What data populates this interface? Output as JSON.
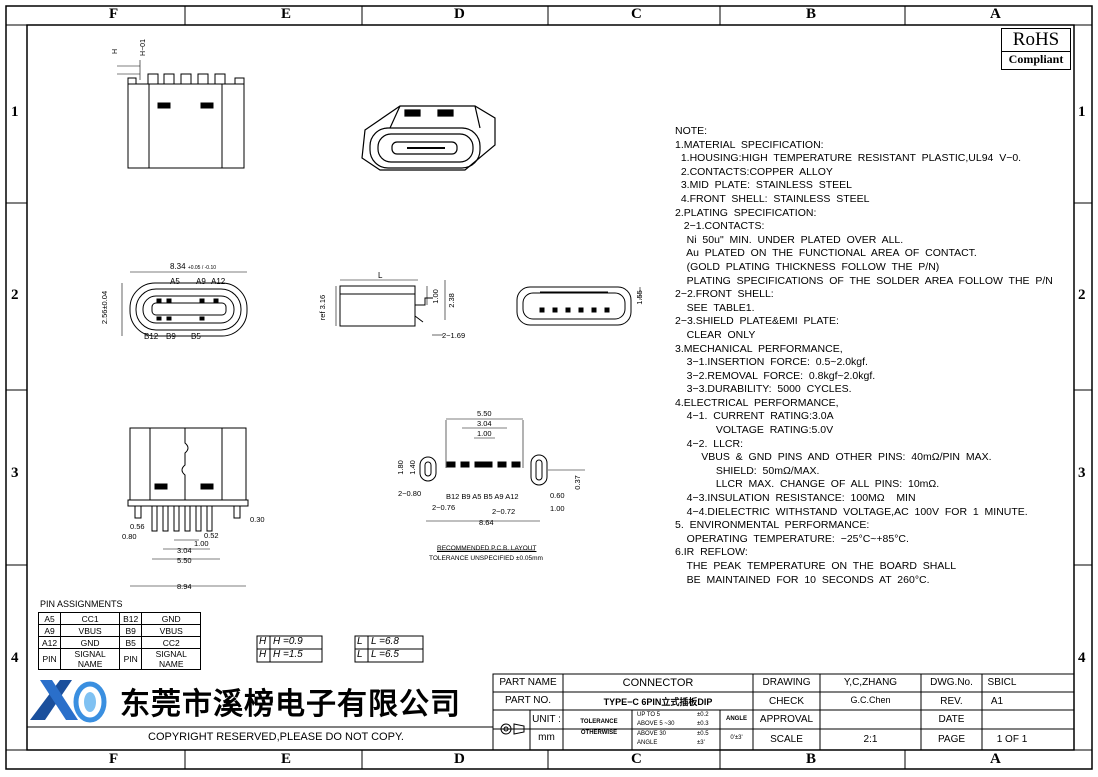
{
  "zones_top": [
    "F",
    "E",
    "D",
    "C",
    "B",
    "A"
  ],
  "zones_side": [
    "1",
    "2",
    "3",
    "4"
  ],
  "rohs": {
    "line1": "RoHS",
    "line2": "Compliant"
  },
  "dims": {
    "d1": "8.34",
    "d1tol": "+0.05 / -0.10",
    "a5": "A5",
    "a9": "A9",
    "a12": "A12",
    "b12": "B12",
    "b9": "B9",
    "b5": "B5",
    "h256": "2.56±0.04",
    "L": "L",
    "ref": "ref 3.16",
    "d100": "1.00",
    "d238": "2.38",
    "d169": "2−1.69",
    "d155": "1.55",
    "h_top": "H",
    "h01": "H−01",
    "p550": "5.50",
    "p304": "3.04",
    "p100": "1.00",
    "p180": "1.80",
    "p140": "1.40",
    "p080": "2−0.80",
    "p076": "2−0.76",
    "p072": "2−0.72",
    "p864": "8.64",
    "p060": "0.60",
    "p100b": "1.00",
    "p037": "0.37",
    "pinrow": "B12 B9 A5 B5 A9 A12",
    "r030": "0.30",
    "r056": "0.56",
    "r080": "0.80",
    "r052": "0.52",
    "r100": "1.00",
    "r304": "3.04",
    "r550": "5.50",
    "r894": "8.94"
  },
  "pcb": {
    "title": "RECOMMENDED  P.C.B. LAYOUT",
    "tol": "TOLERANCE  UNSPECIFIED  ±0.05mm"
  },
  "notes": [
    "NOTE:",
    "1.MATERIAL  SPECIFICATION:",
    "  1.HOUSING:HIGH  TEMPERATURE  RESISTANT  PLASTIC,UL94  V−0.",
    "  2.CONTACTS:COPPER  ALLOY",
    "  3.MID  PLATE:  STAINLESS  STEEL",
    "  4.FRONT  SHELL:  STAINLESS  STEEL",
    "2.PLATING  SPECIFICATION:",
    "   2−1.CONTACTS:",
    "    Ni  50u\"  MIN.  UNDER  PLATED  OVER  ALL.",
    "    Au  PLATED  ON  THE  FUNCTIONAL  AREA  OF  CONTACT.",
    "    (GOLD  PLATING  THICKNESS  FOLLOW  THE  P/N)",
    "    PLATING  SPECIFICATIONS  OF  THE  SOLDER  AREA  FOLLOW  THE  P/N",
    "2−2.FRONT  SHELL:",
    "    SEE  TABLE1.",
    "2−3.SHIELD  PLATE&EMI  PLATE:",
    "    CLEAR  ONLY",
    "3.MECHANICAL  PERFORMANCE,",
    "    3−1.INSERTION  FORCE:  0.5~2.0kgf.",
    "    3−2.REMOVAL  FORCE:  0.8kgf~2.0kgf.",
    "    3−3.DURABILITY:  5000  CYCLES.",
    "4.ELECTRICAL  PERFORMANCE,",
    "    4−1.  CURRENT  RATING:3.0A",
    "              VOLTAGE  RATING:5.0V",
    "    4−2.  LLCR:",
    "         VBUS  &  GND  PINS  AND  OTHER  PINS:  40mΩ/PIN  MAX.",
    "              SHIELD:  50mΩ/MAX.",
    "              LLCR  MAX.  CHANGE  OF  ALL  PINS:  10mΩ.",
    "    4−3.INSULATION  RESISTANCE:  100MΩ    MIN",
    "    4−4.DIELECTRIC  WITHSTAND  VOLTAGE,AC  100V  FOR  1  MINUTE.",
    "5.  ENVIRONMENTAL  PERFORMANCE:",
    "    OPERATING  TEMPERATURE:  −25°C~+85°C.",
    "6.IR  REFLOW:",
    "    THE  PEAK  TEMPERATURE  ON  THE  BOARD  SHALL",
    "    BE  MAINTAINED  FOR  10  SECONDS  AT  260°C."
  ],
  "pin_table": {
    "title": "PIN  ASSIGNMENTS",
    "rows": [
      [
        "A5",
        "CC1",
        "B12",
        "GND"
      ],
      [
        "A9",
        "VBUS",
        "B9",
        "VBUS"
      ],
      [
        "A12",
        "GND",
        "B5",
        "CC2"
      ],
      [
        "PIN",
        "SIGNAL NAME",
        "PIN",
        "SIGNAL NAME"
      ]
    ]
  },
  "htable": {
    "r1a": "H",
    "r1b": "H =0.9",
    "r2a": "H",
    "r2b": "H =1.5"
  },
  "ltable": {
    "r1a": "L",
    "r1b": "L =6.8",
    "r2a": "L",
    "r2b": "L =6.5"
  },
  "company": "东莞市溪榜电子有限公司",
  "copyright": "COPYRIGHT  RESERVED,PLEASE  DO  NOT  COPY.",
  "titleblock": {
    "part_name_lbl": "PART  NAME",
    "part_name": "CONNECTOR",
    "part_no_lbl": "PART  NO.",
    "part_no": "TYPE−C  6PIN立式插板DIP",
    "unit_lbl": "UNIT :",
    "unit": "mm",
    "tol_lbl": "TOLERANCE",
    "otherwise": "OTHERWISE",
    "upto5": "UP  TO  5",
    "tol02": "±0.2",
    "above530": "ABOVE  5 ~30",
    "tol03": "±0.3",
    "above30": "ABOVE  30",
    "tol05": "±0.5",
    "angle": "ANGLE",
    "tol3": "±3'",
    "angle_lbl": "ANGLE",
    "angle_val": "0'±3'",
    "drawing_lbl": "DRAWING",
    "drawing": "Y,C,ZHANG",
    "check_lbl": "CHECK",
    "check": "G.C.Chen",
    "approval_lbl": "APPROVAL",
    "approval": "",
    "scale_lbl": "SCALE",
    "scale": "2:1",
    "dwg_lbl": "DWG.No.",
    "dwg": "SBICL",
    "rev_lbl": "REV.",
    "rev": "A1",
    "date_lbl": "DATE",
    "date": "",
    "page_lbl": "PAGE",
    "page": "1  OF  1"
  }
}
